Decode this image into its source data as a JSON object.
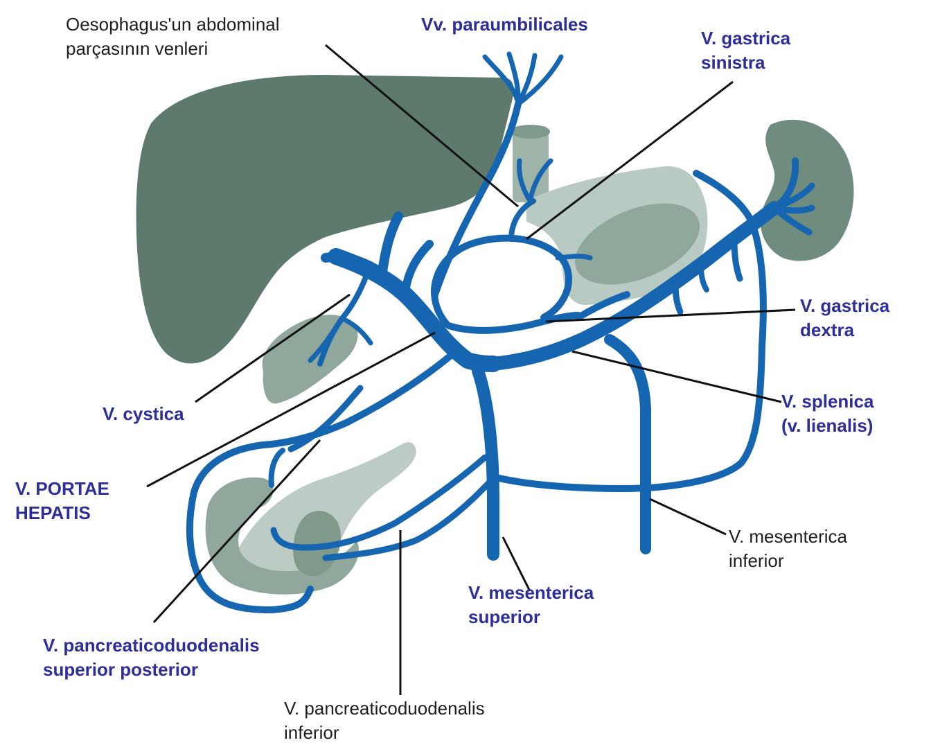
{
  "colors": {
    "vein": "#1565b0",
    "liver": "#5d7a6d",
    "organ_light": "#b9cac2",
    "organ_mid": "#8fa89b",
    "label_blue": "#2e2e9a",
    "label_black": "#1e1e1e"
  },
  "labels": {
    "oesophagus_veins": [
      "Oesophagus'un abdominal",
      "parçasının venleri"
    ],
    "paraumbilicales": [
      "Vv. paraumbilicales"
    ],
    "gastrica_sinistra": [
      "V. gastrica",
      "sinistra"
    ],
    "gastrica_dextra": [
      "V. gastrica",
      "dextra"
    ],
    "splenica": [
      "V. splenica",
      "(v. lienalis)"
    ],
    "cystica": [
      "V. cystica"
    ],
    "portae_hepatis": [
      "V. PORTAE",
      "HEPATIS"
    ],
    "mesenterica_inferior": [
      "V. mesenterica",
      "inferior"
    ],
    "mesenterica_superior": [
      "V. mesenterica",
      "superior"
    ],
    "pancreaticoduodenalis_sup_post": [
      "V. pancreaticoduodenalis",
      "superior posterior"
    ],
    "pancreaticoduodenalis_inferior": [
      "V. pancreaticoduodenalis",
      "inferior"
    ]
  }
}
